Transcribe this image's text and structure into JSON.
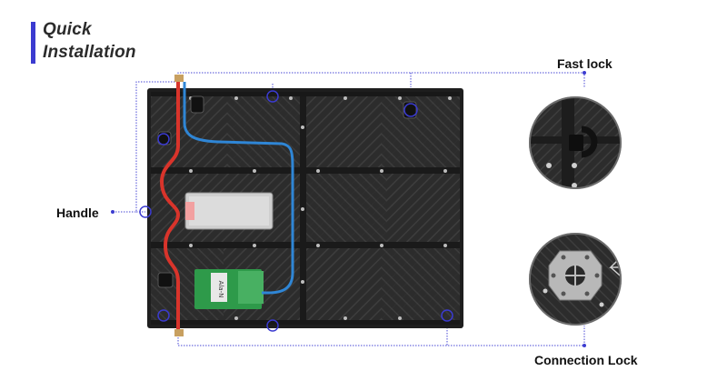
{
  "title": {
    "line1": "Quick",
    "line2": "Installation"
  },
  "labels": {
    "fast_lock": "Fast lock",
    "handle": "Handle",
    "connection_lock": "Connection Lock"
  },
  "board_text": "Ala-N",
  "colors": {
    "accent": "#3b3bd0",
    "callout_line": "#4a4ad6",
    "panel": "#2a2a2a",
    "red_cable": "#d9342b",
    "blue_cable": "#2f86d6",
    "pcb_green": "#2e9a4a"
  },
  "icons": [
    "circle-callout-icon",
    "dot-marker-icon"
  ]
}
